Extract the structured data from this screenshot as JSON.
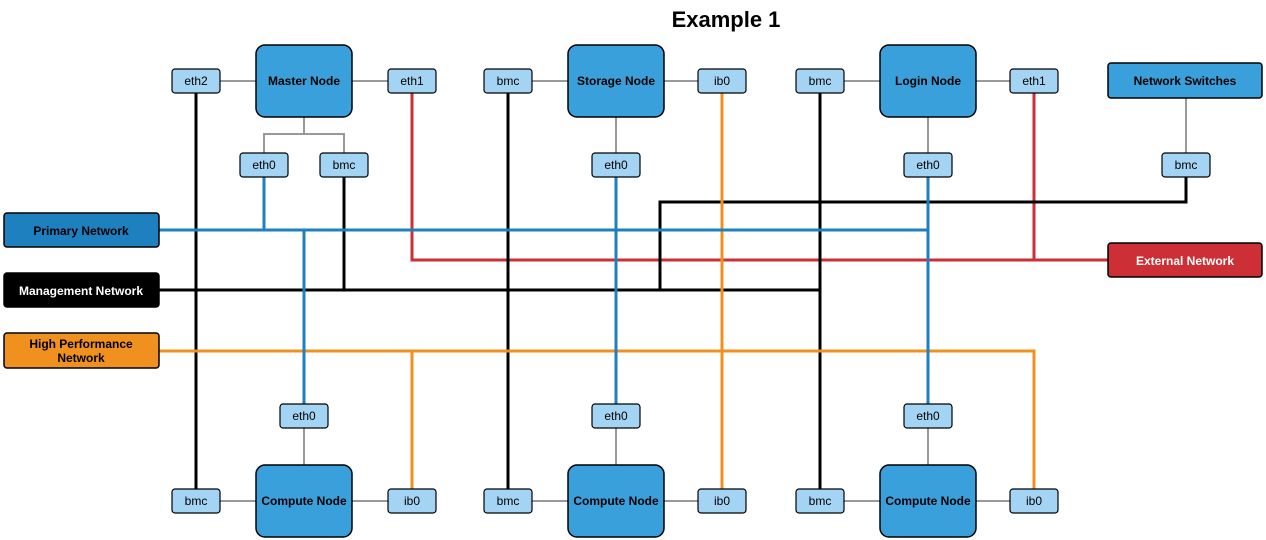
{
  "title": "Example 1",
  "colors": {
    "node_fill": "#3aa0db",
    "port_fill": "#a4d4f4",
    "primary": "#1f80bf",
    "management": "#000000",
    "hpn": "#f0911f",
    "external": "#cc2f35",
    "connector": "#999999"
  },
  "networks": {
    "primary": "Primary Network",
    "management": "Management Network",
    "hpn_line1": "High Performance",
    "hpn_line2": "Network",
    "external": "External Network"
  },
  "nodes": {
    "master": "Master Node",
    "storage": "Storage Node",
    "login": "Login Node",
    "switches": "Network Switches",
    "compute1": "Compute Node",
    "compute2": "Compute Node",
    "compute3": "Compute Node"
  },
  "ports": {
    "master_eth2": "eth2",
    "master_eth1": "eth1",
    "master_eth0": "eth0",
    "master_bmc": "bmc",
    "storage_bmc": "bmc",
    "storage_ib0": "ib0",
    "storage_eth0": "eth0",
    "login_bmc": "bmc",
    "login_eth1": "eth1",
    "login_eth0": "eth0",
    "switch_bmc": "bmc",
    "c1_eth0": "eth0",
    "c1_bmc": "bmc",
    "c1_ib0": "ib0",
    "c2_eth0": "eth0",
    "c2_bmc": "bmc",
    "c2_ib0": "ib0",
    "c3_eth0": "eth0",
    "c3_bmc": "bmc",
    "c3_ib0": "ib0"
  }
}
